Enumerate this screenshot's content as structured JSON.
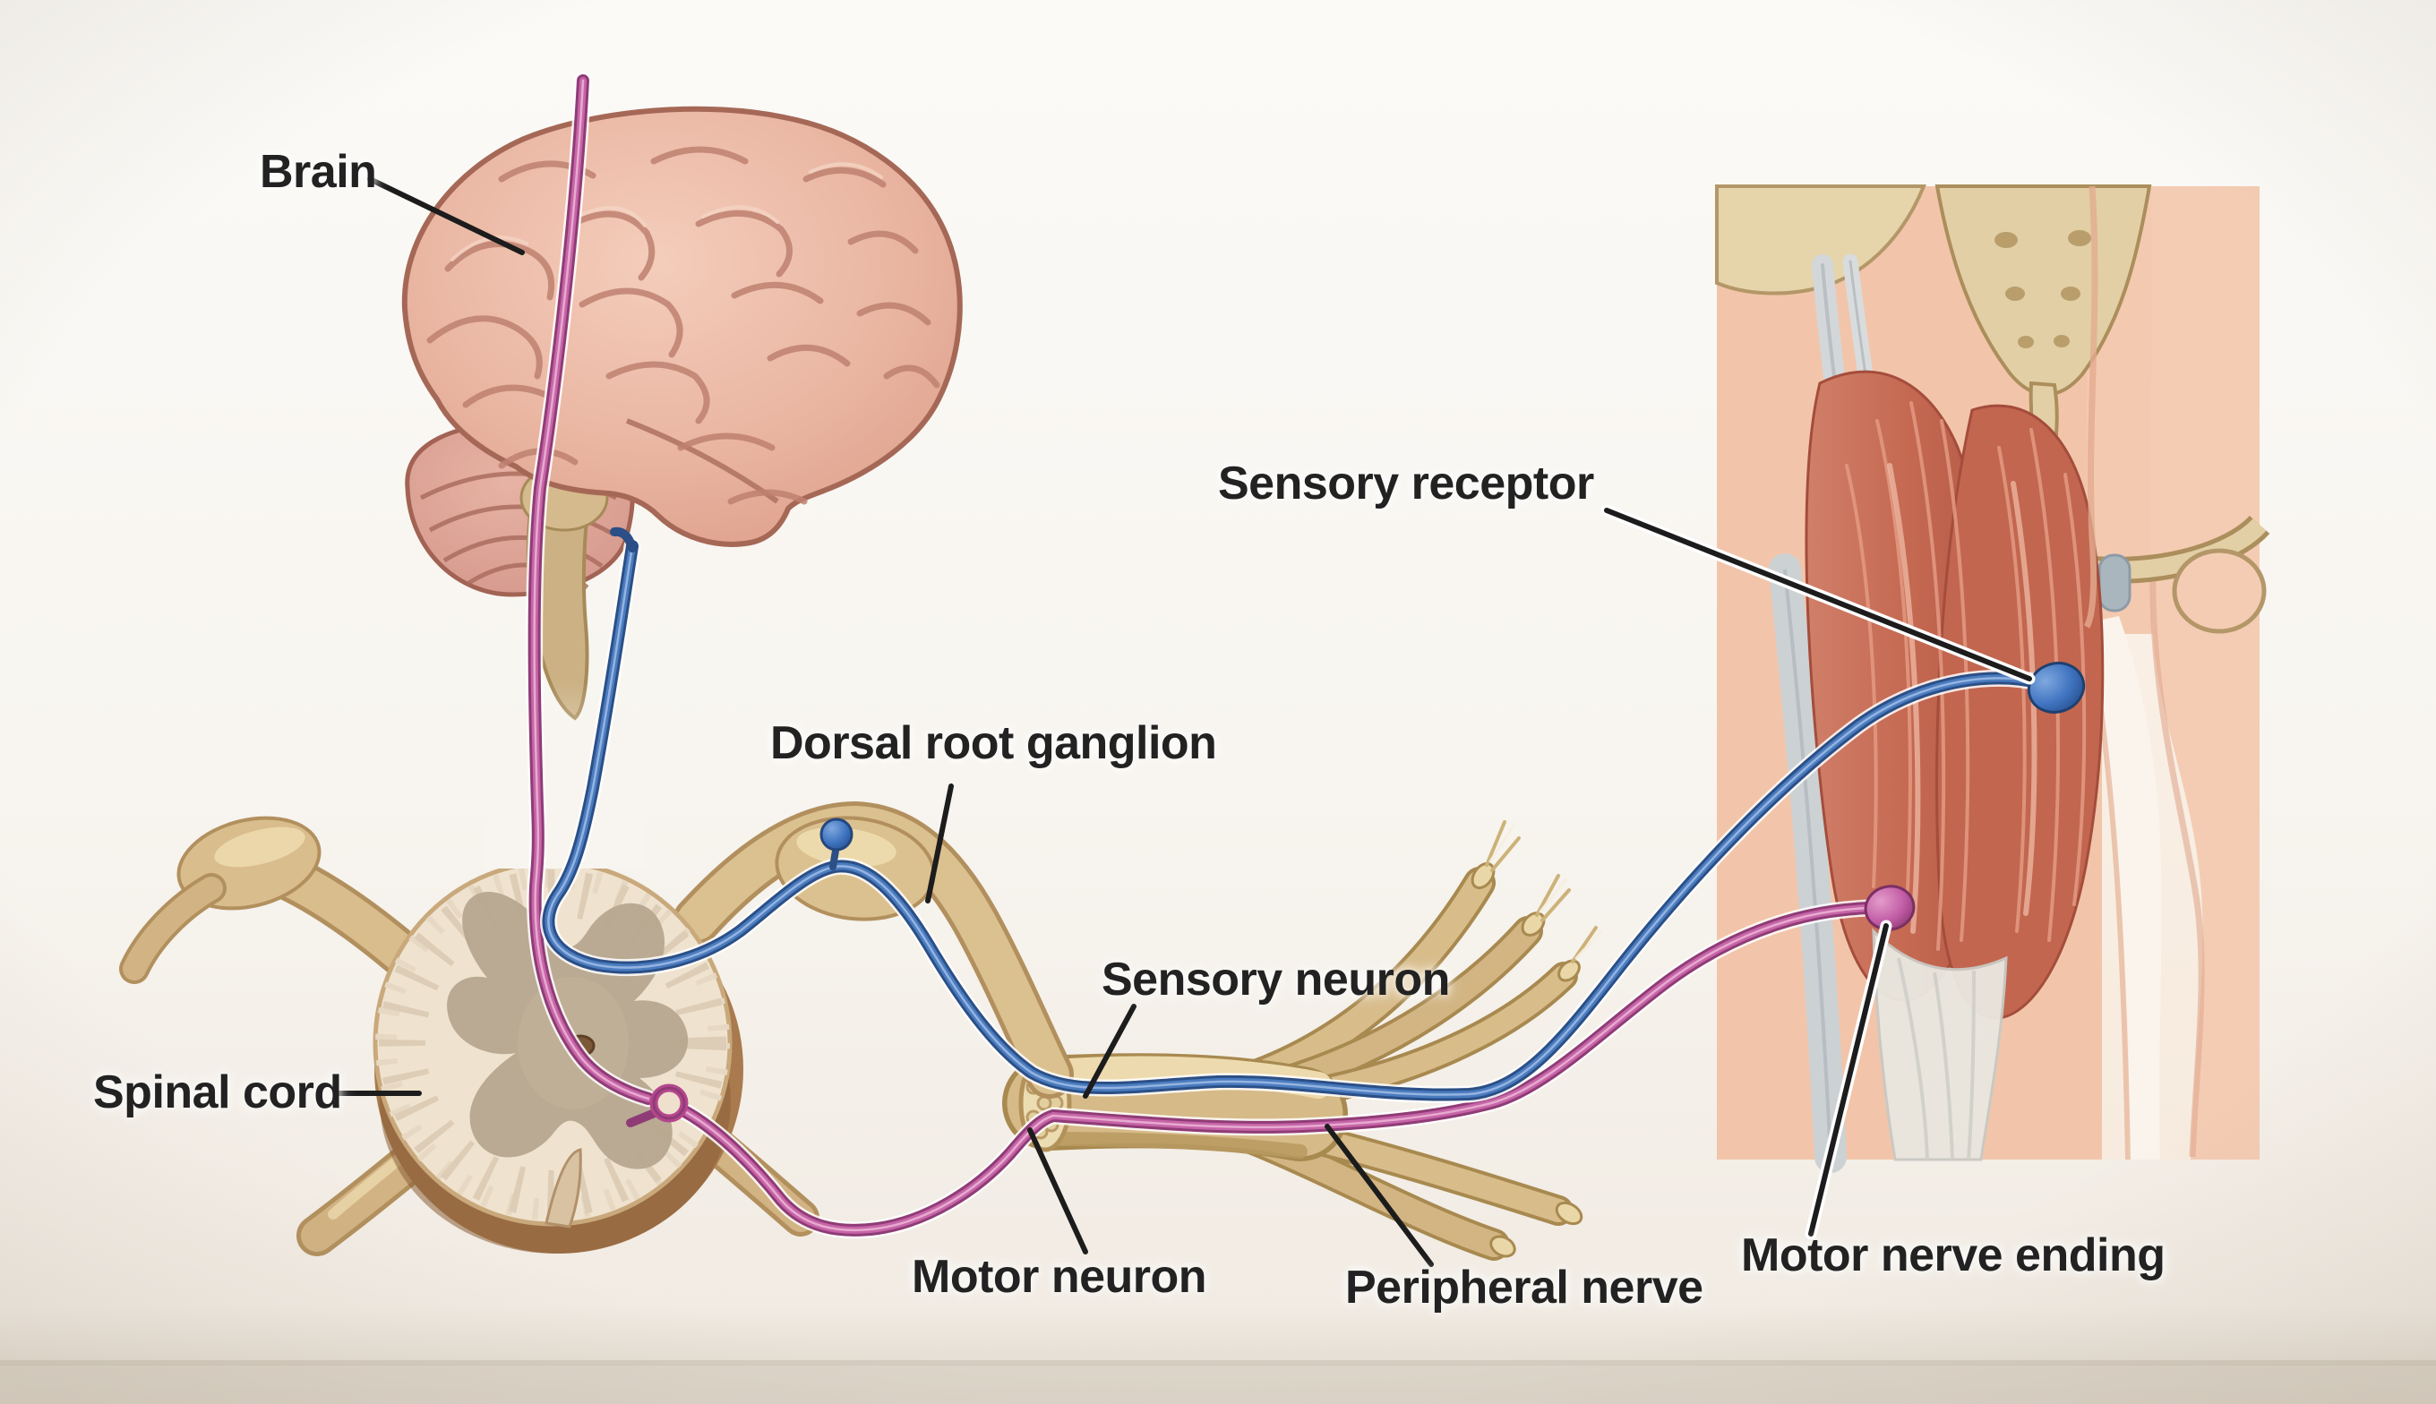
{
  "labels": {
    "brain": "Brain",
    "sensory_receptor": "Sensory receptor",
    "dorsal_root_ganglion": "Dorsal root ganglion",
    "sensory_neuron": "Sensory neuron",
    "spinal_cord": "Spinal cord",
    "motor_neuron": "Motor neuron",
    "peripheral_nerve": "Peripheral nerve",
    "motor_nerve_ending": "Motor nerve ending"
  },
  "colors": {
    "sensory_pathway_blue": "#4a7cc0",
    "motor_pathway_pink": "#c765a8",
    "nerve_tan": "#d6bb88",
    "spinal_cord_cream": "#efe3cf",
    "muscle_red": "#c4705e",
    "skin": "#f2c5aa",
    "label_text": "#222222",
    "background": "#f7f4ef"
  }
}
